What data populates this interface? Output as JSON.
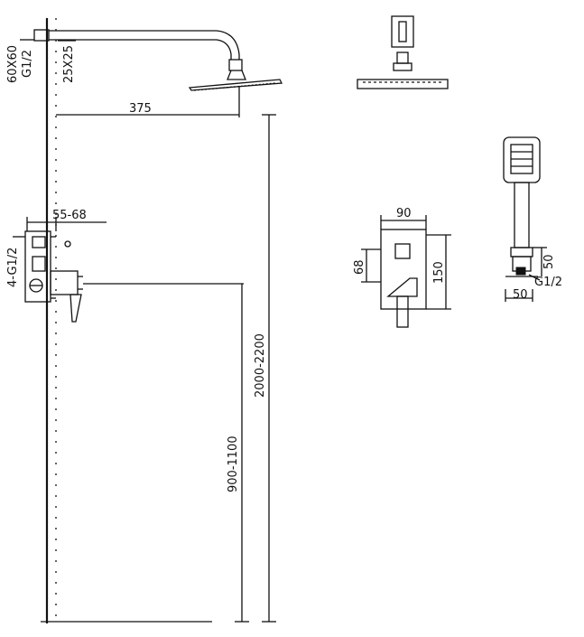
{
  "dimensions": {
    "wall_fitting": "60X60",
    "thread_top": "G1/2",
    "arm_section": "25X25",
    "arm_length": "375",
    "mixer_depth": "55-68",
    "thread_mixer": "4-G1/2",
    "total_height": "2000-2200",
    "mixer_height": "900-1100",
    "plate_width": "90",
    "plate_inner": "68",
    "plate_height": "150",
    "hand_height": "50",
    "hand_thread": "G1/2",
    "hand_width": "50"
  }
}
